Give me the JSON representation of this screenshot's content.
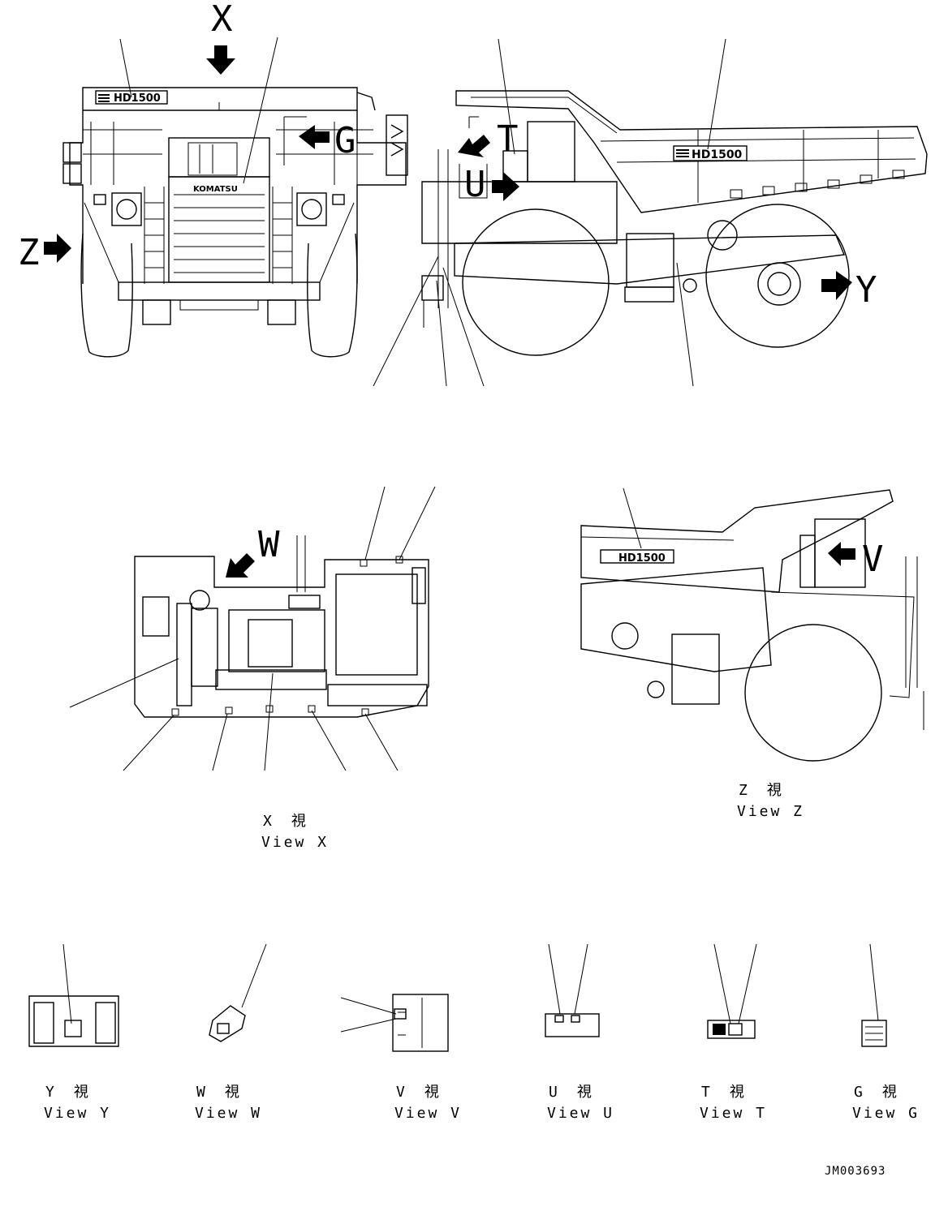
{
  "doc_code": "JM003693",
  "views": {
    "x": {
      "jp": "X　視",
      "en": "View X"
    },
    "z": {
      "jp": "Z　視",
      "en": "View Z"
    },
    "y": {
      "jp": "Y　視",
      "en": "View Y"
    },
    "w": {
      "jp": "W　視",
      "en": "View W"
    },
    "v": {
      "jp": "V　視",
      "en": "View V"
    },
    "u": {
      "jp": "U　視",
      "en": "View U"
    },
    "t": {
      "jp": "T　視",
      "en": "View T"
    },
    "g": {
      "jp": "G　視",
      "en": "View G"
    }
  },
  "arrows": {
    "x": "X",
    "z": "Z",
    "g": "G",
    "t": "T",
    "u": "U",
    "y": "Y",
    "w": "W",
    "v": "V"
  },
  "decals": {
    "model": "HD1500",
    "model_short": "HD1500",
    "brand": "KOMATSU"
  }
}
